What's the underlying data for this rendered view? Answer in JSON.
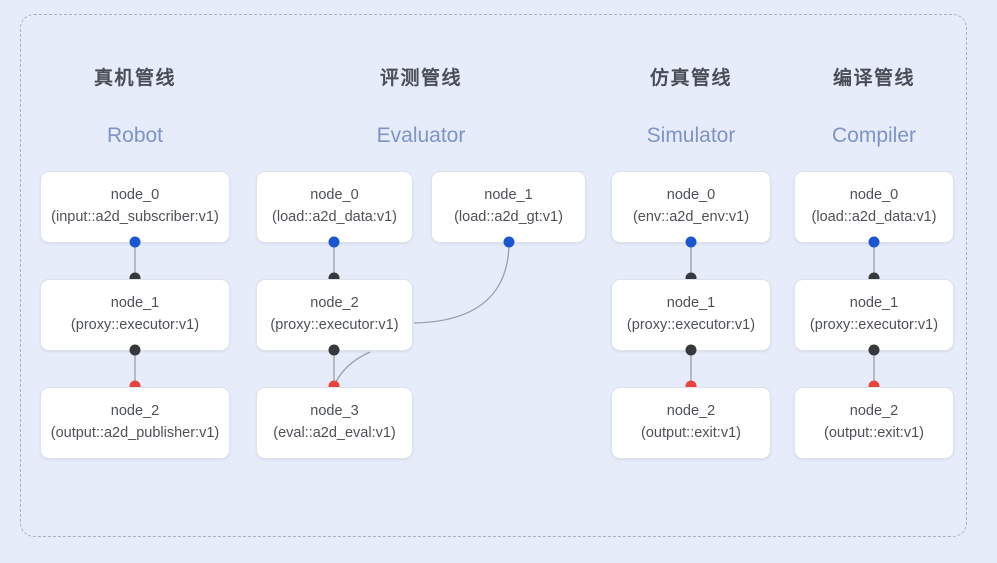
{
  "diagram": {
    "background_color": "#e7ecfa",
    "frame": {
      "style": "dashed",
      "color": "#a9b0c4"
    },
    "port_colors": {
      "output_blue": "#1a56d0",
      "output_dark": "#35383d",
      "input_dark": "#35383d",
      "input_red": "#e8453c"
    },
    "edge_color": "#9aa0ab"
  },
  "columns": [
    {
      "id": "robot",
      "title": "真机管线",
      "subtitle": "Robot",
      "nodes": [
        {
          "name": "node_0",
          "type": "(input::a2d_subscriber:v1)"
        },
        {
          "name": "node_1",
          "type": "(proxy::executor:v1)"
        },
        {
          "name": "node_2",
          "type": "(output::a2d_publisher:v1)"
        }
      ]
    },
    {
      "id": "evaluator",
      "title": "评测管线",
      "subtitle": "Evaluator",
      "nodes": [
        {
          "name": "node_0",
          "type": "(load::a2d_data:v1)"
        },
        {
          "name": "node_1",
          "type": "(load::a2d_gt:v1)"
        },
        {
          "name": "node_2",
          "type": "(proxy::executor:v1)"
        },
        {
          "name": "node_3",
          "type": "(eval::a2d_eval:v1)"
        }
      ]
    },
    {
      "id": "simulator",
      "title": "仿真管线",
      "subtitle": "Simulator",
      "nodes": [
        {
          "name": "node_0",
          "type": "(env::a2d_env:v1)"
        },
        {
          "name": "node_1",
          "type": "(proxy::executor:v1)"
        },
        {
          "name": "node_2",
          "type": "(output::exit:v1)"
        }
      ]
    },
    {
      "id": "compiler",
      "title": "编译管线",
      "subtitle": "Compiler",
      "nodes": [
        {
          "name": "node_0",
          "type": "(load::a2d_data:v1)"
        },
        {
          "name": "node_1",
          "type": "(proxy::executor:v1)"
        },
        {
          "name": "node_2",
          "type": "(output::exit:v1)"
        }
      ]
    }
  ]
}
